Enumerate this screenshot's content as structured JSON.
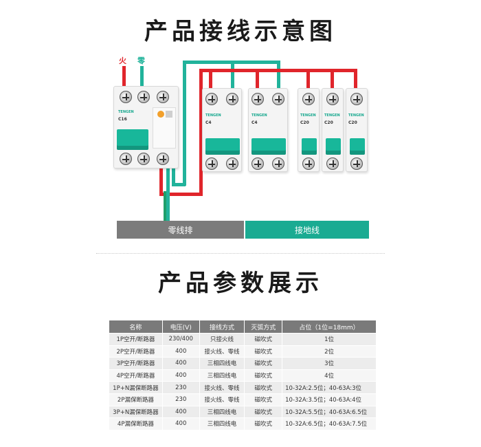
{
  "titles": {
    "diagram": "产品接线示意图",
    "params": "产品参数展示"
  },
  "wires": {
    "live_label": "火",
    "neutral_label": "零"
  },
  "bars": {
    "neutral": "零线排",
    "ground": "接地线"
  },
  "breaker_labels": {
    "brand": "TENGEN",
    "main_rating": "C16",
    "rcd_rating": "C4",
    "mcb_rating": "C20"
  },
  "colors": {
    "live": "#e0252b",
    "neutral": "#21b39b",
    "accent": "#18b79a"
  },
  "table": {
    "headers": [
      "名称",
      "电压(V)",
      "接线方式",
      "灭弧方式",
      "占位（1位=18mm）"
    ],
    "rows": [
      [
        "1P空开/断路器",
        "230/400",
        "只接火线",
        "磁吹式",
        "1位"
      ],
      [
        "2P空开/断路器",
        "400",
        "接火线、零线",
        "磁吹式",
        "2位"
      ],
      [
        "3P空开/断路器",
        "400",
        "三相四线电",
        "磁吹式",
        "3位"
      ],
      [
        "4P空开/断路器",
        "400",
        "三相四线电",
        "磁吹式",
        "4位"
      ],
      [
        "1P+N漏保断路器",
        "230",
        "接火线、零线",
        "磁吹式",
        "10-32A:2.5位；40-63A:3位"
      ],
      [
        "2P漏保断路器",
        "230",
        "接火线、零线",
        "磁吹式",
        "10-32A:3.5位；40-63A:4位"
      ],
      [
        "3P+N漏保断路器",
        "400",
        "三相四线电",
        "磁吹式",
        "10-32A:5.5位；40-63A:6.5位"
      ],
      [
        "4P漏保断路器",
        "400",
        "三相四线电",
        "磁吹式",
        "10-32A:6.5位；40-63A:7.5位"
      ]
    ]
  }
}
